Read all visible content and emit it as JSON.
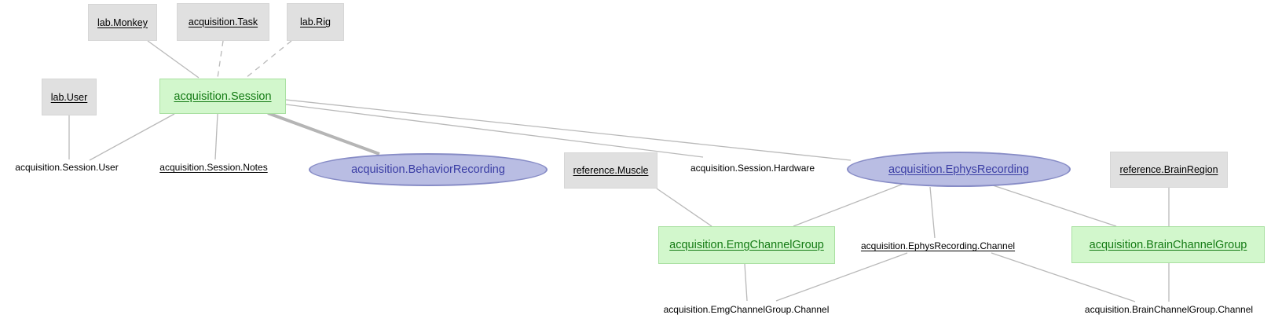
{
  "diagram": {
    "title": "DataJoint schema diagram",
    "colors": {
      "lookup_fill": "#e0e0e0",
      "manual_fill": "#d2f7cc",
      "manual_text": "#137a13",
      "imported_fill": "#b9bde3",
      "imported_border": "#878cc6",
      "imported_text": "#3b3ea5",
      "edge": "#b9b9b9",
      "background": "#ffffff"
    },
    "nodes": {
      "lab_monkey": {
        "label": "lab.Monkey",
        "type": "lookup",
        "underlined": true
      },
      "acquisition_task": {
        "label": "acquisition.Task",
        "type": "lookup",
        "underlined": true
      },
      "lab_rig": {
        "label": "lab.Rig",
        "type": "lookup",
        "underlined": true
      },
      "lab_user": {
        "label": "lab.User",
        "type": "lookup",
        "underlined": true
      },
      "session": {
        "label": "acquisition.Session",
        "type": "manual",
        "underlined": true
      },
      "session_user": {
        "label": "acquisition.Session.User",
        "type": "part",
        "underlined": false
      },
      "session_notes": {
        "label": "acquisition.Session.Notes",
        "type": "part",
        "underlined": true
      },
      "behavior_recording": {
        "label": "acquisition.BehaviorRecording",
        "type": "imported",
        "underlined": false
      },
      "reference_muscle": {
        "label": "reference.Muscle",
        "type": "lookup",
        "underlined": true
      },
      "session_hardware": {
        "label": "acquisition.Session.Hardware",
        "type": "part",
        "underlined": false
      },
      "ephys_recording": {
        "label": "acquisition.EphysRecording",
        "type": "imported",
        "underlined": true
      },
      "reference_brainregion": {
        "label": "reference.BrainRegion",
        "type": "lookup",
        "underlined": true
      },
      "emg_channel_group": {
        "label": "acquisition.EmgChannelGroup",
        "type": "manual",
        "underlined": true
      },
      "ephys_recording_channel": {
        "label": "acquisition.EphysRecording.Channel",
        "type": "part",
        "underlined": true
      },
      "brain_channel_group": {
        "label": "acquisition.BrainChannelGroup",
        "type": "manual",
        "underlined": true
      },
      "emg_channel_group_channel": {
        "label": "acquisition.EmgChannelGroup.Channel",
        "type": "part",
        "underlined": false
      },
      "brain_channel_group_channel": {
        "label": "acquisition.BrainChannelGroup.Channel",
        "type": "part",
        "underlined": false
      }
    },
    "edges": [
      {
        "from": "lab_monkey",
        "to": "session",
        "style": "solid"
      },
      {
        "from": "acquisition_task",
        "to": "session",
        "style": "dashed"
      },
      {
        "from": "lab_rig",
        "to": "session",
        "style": "dashed"
      },
      {
        "from": "lab_user",
        "to": "session_user",
        "style": "solid"
      },
      {
        "from": "session",
        "to": "session_user",
        "style": "solid"
      },
      {
        "from": "session",
        "to": "session_notes",
        "style": "solid"
      },
      {
        "from": "session",
        "to": "behavior_recording",
        "style": "thick"
      },
      {
        "from": "session",
        "to": "ephys_recording",
        "style": "solid"
      },
      {
        "from": "session",
        "to": "session_hardware",
        "style": "solid"
      },
      {
        "from": "reference_muscle",
        "to": "emg_channel_group",
        "style": "solid"
      },
      {
        "from": "ephys_recording",
        "to": "emg_channel_group",
        "style": "solid"
      },
      {
        "from": "ephys_recording",
        "to": "ephys_recording_channel",
        "style": "solid"
      },
      {
        "from": "ephys_recording",
        "to": "brain_channel_group",
        "style": "solid"
      },
      {
        "from": "reference_brainregion",
        "to": "brain_channel_group",
        "style": "solid"
      },
      {
        "from": "emg_channel_group",
        "to": "emg_channel_group_channel",
        "style": "solid"
      },
      {
        "from": "brain_channel_group",
        "to": "brain_channel_group_channel",
        "style": "solid"
      },
      {
        "from": "ephys_recording_channel",
        "to": "emg_channel_group_channel",
        "style": "solid"
      },
      {
        "from": "ephys_recording_channel",
        "to": "brain_channel_group_channel",
        "style": "solid"
      }
    ]
  }
}
